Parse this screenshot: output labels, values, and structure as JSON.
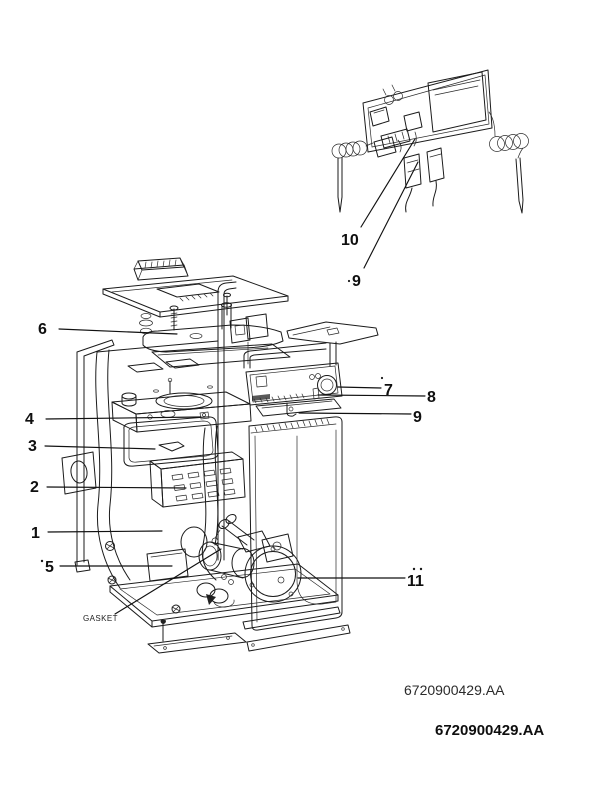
{
  "diagram": {
    "callouts": {
      "c1": "1",
      "c2": "2",
      "c3": "3",
      "c4": "4",
      "c5": "5",
      "c6": "6",
      "c7": "7",
      "c8": "8",
      "c9_panel": "9",
      "c9_cable": "9",
      "c10": "10",
      "c11": "11"
    },
    "annotations": {
      "gasket_label": "GASKET"
    },
    "footer": {
      "ref_light": "6720900429.AA",
      "ref_bold": "6720900429.AA"
    },
    "colors": {
      "ink": "#1b1b1b",
      "paper": "#ffffff"
    }
  }
}
